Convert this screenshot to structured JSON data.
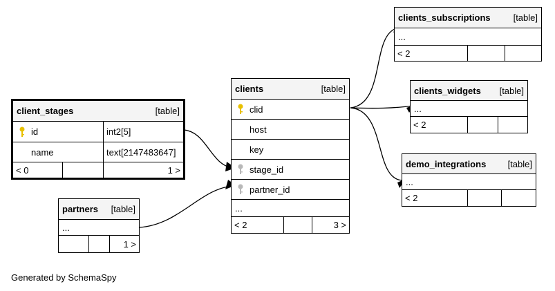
{
  "tables": {
    "client_stages": {
      "name": "client_stages",
      "kind": "[table]",
      "columns": [
        {
          "name": "id",
          "type": "int2[5]"
        },
        {
          "name": "name",
          "type": "text[2147483647]"
        }
      ],
      "footer": [
        "< 0",
        "",
        "1 >"
      ]
    },
    "partners": {
      "name": "partners",
      "kind": "[table]",
      "ellipsis": "...",
      "footer": [
        "",
        "",
        "1 >"
      ]
    },
    "clients": {
      "name": "clients",
      "kind": "[table]",
      "columns": [
        "clid",
        "host",
        "key",
        "stage_id",
        "partner_id"
      ],
      "ellipsis": "...",
      "footer": [
        "< 2",
        "",
        "3 >"
      ]
    },
    "clients_subscriptions": {
      "name": "clients_subscriptions",
      "kind": "[table]",
      "ellipsis": "...",
      "footer": [
        "< 2",
        "",
        ""
      ]
    },
    "clients_widgets": {
      "name": "clients_widgets",
      "kind": "[table]",
      "ellipsis": "...",
      "footer": [
        "< 2",
        "",
        ""
      ]
    },
    "demo_integrations": {
      "name": "demo_integrations",
      "kind": "[table]",
      "ellipsis": "...",
      "footer": [
        "< 2",
        "",
        ""
      ]
    }
  },
  "key_colors": {
    "primary": "#e8c000",
    "foreign": "#b8b8b8"
  },
  "generated_by": "Generated by SchemaSpy"
}
